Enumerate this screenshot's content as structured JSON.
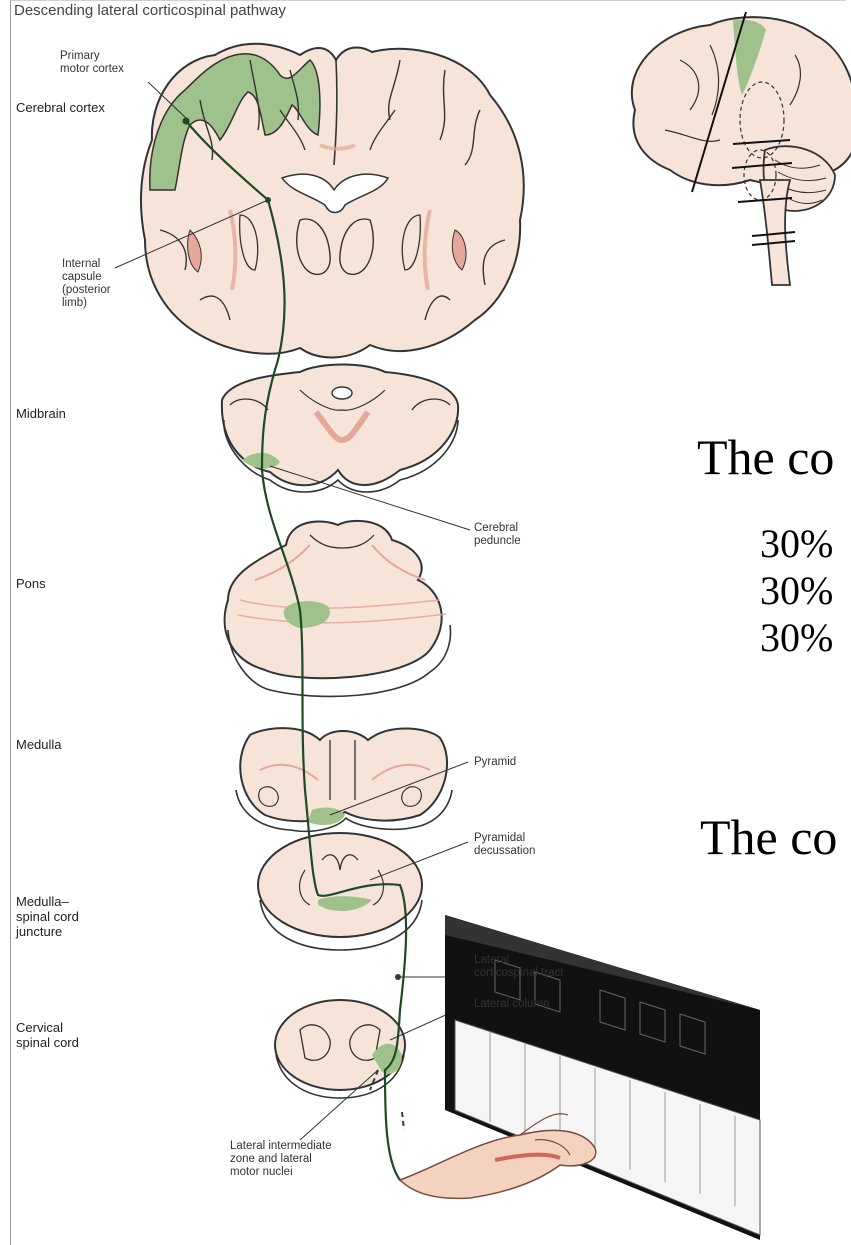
{
  "figure": {
    "title": "Descending lateral corticospinal pathway",
    "levels": {
      "cerebral_cortex": "Cerebral cortex",
      "midbrain": "Midbrain",
      "pons": "Pons",
      "medulla": "Medulla",
      "medulla_juncture": [
        "Medulla–",
        "spinal cord",
        "juncture"
      ],
      "cervical": [
        "Cervical",
        "spinal cord"
      ]
    },
    "callouts": {
      "primary_motor": [
        "Primary",
        "motor cortex"
      ],
      "internal_capsule": [
        "Internal",
        "capsule",
        "(posterior",
        "limb)"
      ],
      "cerebral_peduncle": [
        "Cerebral",
        "peduncle"
      ],
      "pyramid": "Pyramid",
      "pyramidal_decussation": [
        "Pyramidal",
        "decussation"
      ],
      "lateral_tract": [
        "Lateral",
        "corticospinal tract"
      ],
      "lateral_column": "Lateral column",
      "lateral_intermediate": [
        "Lateral intermediate",
        "zone and lateral",
        "motor nuclei"
      ]
    }
  },
  "slide": {
    "heading1": "The co",
    "percent_lines": [
      "30%",
      "30%",
      "30%"
    ],
    "heading2": "The co"
  },
  "colors": {
    "tissue": "#f7e4d8",
    "outline": "#333333",
    "motor_green": "#9fc18c",
    "tract": "#1f4a22",
    "pink": "#e3a89a"
  }
}
